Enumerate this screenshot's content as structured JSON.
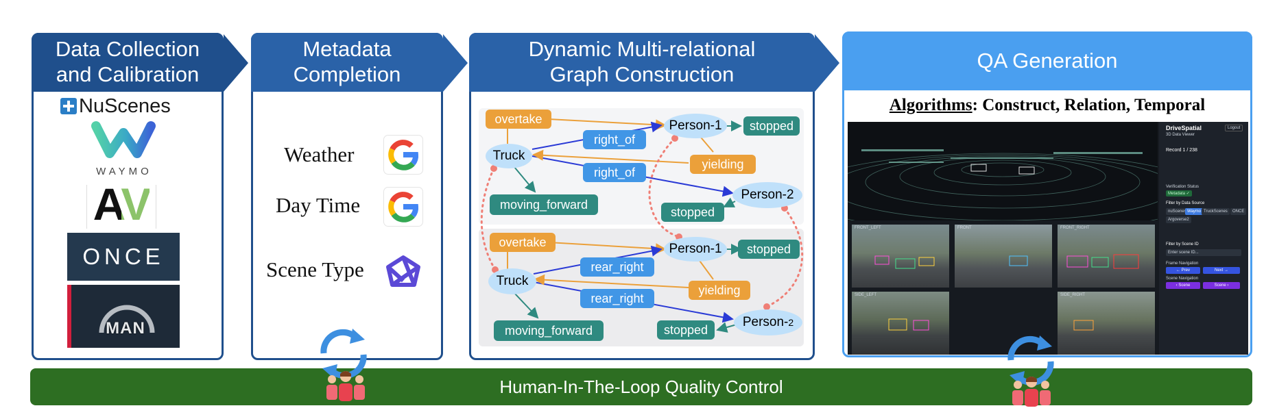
{
  "stages": {
    "s1": {
      "line1": "Data Collection",
      "line2": "and Calibration"
    },
    "s2": {
      "line1": "Metadata",
      "line2": "Completion"
    },
    "s3": {
      "line1": "Dynamic Multi-relational",
      "line2": "Graph Construction"
    },
    "s4": {
      "title": "QA Generation"
    }
  },
  "datasets": {
    "nuscenes": "NuScenes",
    "waymo": "WAYMO",
    "av": "AV",
    "once": "ONCE",
    "man": "MAN"
  },
  "metadata": {
    "weather": "Weather",
    "daytime": "Day Time",
    "scene_type": "Scene Type"
  },
  "colors": {
    "header": "#2a62a8",
    "header_dark": "#1f4f8c",
    "qa_header": "#4a9ff0",
    "orange": "#eba03a",
    "blue": "#4196e6",
    "teal": "#2f8a80",
    "green_bar": "#2d6e22"
  },
  "icons": [
    "plus-icon",
    "waymo-logo-icon",
    "google-g-icon",
    "scene-type-knot-icon",
    "refresh-cycle-icon",
    "people-icon"
  ],
  "graph": {
    "top": {
      "overtake": "overtake",
      "truck": "Truck",
      "person1": "Person-1",
      "stopped1": "stopped",
      "right_of_1": "right_of",
      "right_of_2": "right_of",
      "yielding": "yielding",
      "moving_forward": "moving_forward",
      "person2": "Person-2",
      "stopped2": "stopped"
    },
    "bottom": {
      "overtake": "overtake",
      "truck": "Truck",
      "person1": "Person-1",
      "stopped1": "stopped",
      "rear_right_1": "rear_right",
      "rear_right_2": "rear_right",
      "yielding": "yielding",
      "moving_forward": "moving_forward",
      "person2_main": "Person-",
      "person2_sub": "2",
      "stopped2": "stopped"
    }
  },
  "qa": {
    "algorithms_label": "Algorithms",
    "algorithms_rest": ": Construct, Relation, Temporal",
    "screenshot": {
      "app_title": "DriveSpatial",
      "subtitle": "3D Data Viewer",
      "logout": "Logout",
      "record": "Record 1 / 238",
      "verification_label": "Verification Status",
      "verification_value": "Metadata ✓",
      "filter_source": "Filter by Data Source",
      "sources": [
        "nuScenes",
        "Waymo",
        "TruckScenes",
        "ONCE",
        "Argoverse2"
      ],
      "filter_scene": "Filter by Scene ID",
      "scene_placeholder": "Enter scene ID...",
      "frame_nav": "Frame Navigation",
      "prev": "← Prev",
      "next": "Next →",
      "scene_nav": "Scene Navigation",
      "prev_scene": "‹ Scene",
      "next_scene": "Scene ›",
      "cam_labels": [
        "FRONT_LEFT",
        "FRONT",
        "FRONT_RIGHT",
        "SIDE_LEFT",
        "SIDE_RIGHT"
      ]
    }
  },
  "hitl": {
    "label": "Human-In-The-Loop Quality Control"
  }
}
